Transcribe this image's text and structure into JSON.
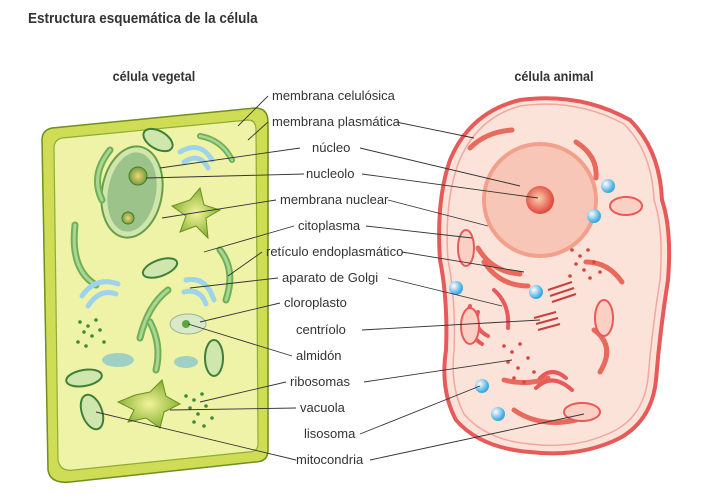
{
  "title": "Estructura esquemática de la célula",
  "plant_title": "célula vegetal",
  "animal_title": "célula animal",
  "labels": [
    "membrana celulósica",
    "membrana plasmática",
    "núcleo",
    "nucleolo",
    "membrana nuclear",
    "citoplasma",
    "retículo endoplasmático",
    "aparato de Golgi",
    "cloroplasto",
    "centríolo",
    "almidón",
    "ribosomas",
    "vacuola",
    "lisosoma",
    "mitocondria"
  ],
  "colors": {
    "plant_wall": "#c9d94a",
    "plant_cytoplasm": "#eef3a8",
    "plant_nucleus": "#9cc48a",
    "animal_membrane": "#e85a5a",
    "animal_cytoplasm": "#fbe3da",
    "animal_nucleus": "#f7c6b6",
    "chloroplast": "#5aa63e",
    "golgi_blue": "#9fd3ea",
    "lysosome": "#5ab6e6",
    "leader_line": "#333333"
  }
}
